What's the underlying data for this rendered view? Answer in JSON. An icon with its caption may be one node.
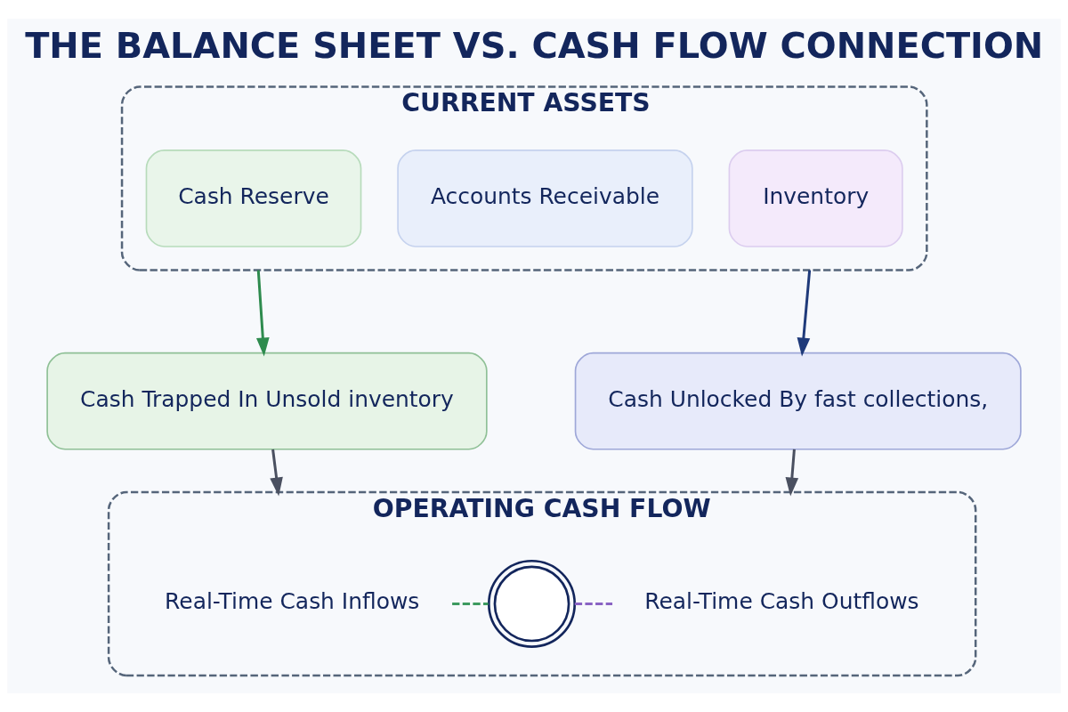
{
  "diagram": {
    "title": "THE BALANCE SHEET VS. CASH FLOW CONNECTION",
    "nodes": [
      {
        "text": [
          "CURRENT ASSETS"
        ]
      },
      {
        "text": [
          "Cash Reserve"
        ],
        "in": 0
      },
      {
        "text": [
          "Accounts Receivable"
        ],
        "in": 0
      },
      {
        "text": [
          "Inventory"
        ],
        "in": 0
      },
      {
        "text": [
          "Cash Trapped In Unsold inventory"
        ]
      },
      {
        "text": [
          "Cash Unlocked By fast collections,"
        ]
      },
      {
        "text": [
          "OPERATING CASH FLOW"
        ]
      },
      {
        "text": [
          "Real-Time Cash Inflows"
        ],
        "in": 6
      },
      {
        "text": [],
        "shape": "circle",
        "in": 6
      },
      {
        "text": [
          "Real-Time Cash Outflows"
        ],
        "in": 6
      }
    ],
    "edges": [
      {
        "from": 0,
        "to": 4,
        "arrow": "to",
        "color": "#2e8b4e"
      },
      {
        "from": 0,
        "to": 5,
        "arrow": "to",
        "color": "#1f3a7a"
      },
      {
        "from": 4,
        "to": 6,
        "arrow": "to",
        "color": "#4a5060"
      },
      {
        "from": 5,
        "to": 6,
        "arrow": "to",
        "color": "#4a5060"
      },
      {
        "from": 7,
        "to": 8,
        "arrow": "none",
        "style": "dashed",
        "color": "#3d9a5f"
      },
      {
        "from": 8,
        "to": 9,
        "arrow": "none",
        "style": "dashed",
        "color": "#8a63c4"
      }
    ]
  }
}
